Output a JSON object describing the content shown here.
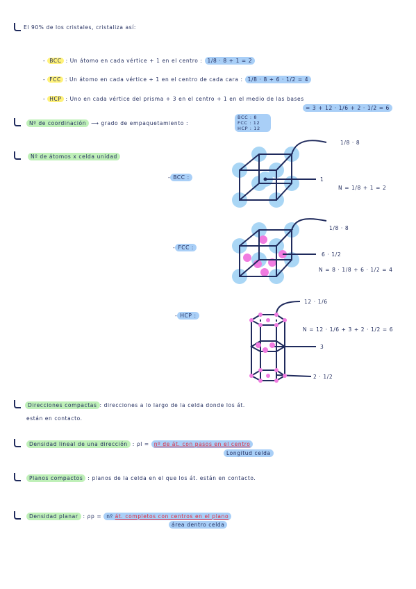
{
  "intro": "El 90% de los cristales, cristaliza así:",
  "structures": [
    {
      "key": "BCC",
      "text": "Un átomo en cada vértice + 1 en el centro :",
      "formula": "1/8 · 8 + 1 = 2"
    },
    {
      "key": "FCC",
      "text": "Un átomo en cada vértice + 1 en el centro de cada cara :",
      "formula": "1/8 · 8 + 6 · 1/2 = 4"
    },
    {
      "key": "HCP",
      "text": "Uno en cada vértice del prisma + 3 en el centro + 1 en el medio de las bases",
      "formula": "= 3 + 12 · 1/6 + 2 · 1/2 = 6"
    }
  ],
  "coordination": {
    "label": "Nº de coordinación",
    "arrow": "⟶",
    "text": "grado de empaquetamiento :",
    "values": [
      "BCC : 8",
      "FCC : 12",
      "HCP : 12"
    ]
  },
  "atoms_heading": "Nº de átomos x celda unidad",
  "cells": {
    "bcc": {
      "label": "BCC :",
      "ann_corner": "1/8 · 8",
      "ann_center": "1",
      "total": "N = 1/8 + 1 = 2"
    },
    "fcc": {
      "label": "FCC :",
      "ann_corner": "1/8 · 8",
      "ann_face": "6 · 1/2",
      "total": "N = 8 · 1/8 + 6 · 1/2 = 4"
    },
    "hcp": {
      "label": "HCP :",
      "ann_top": "12 · 1/6",
      "ann_mid": "3",
      "ann_base": "2 · 1/2",
      "total": "N = 12 · 1/6 + 3 + 2 · 1/2 = 6"
    }
  },
  "defs": {
    "directions_label": "Direcciones compactas",
    "directions_text_1": ": direcciones a lo largo de la celda donde los át.",
    "directions_text_2": "están en contacto.",
    "linear_label": "Densidad lineal de una dirección",
    "linear_symbol": ": ρl =",
    "linear_num": "nº de át. con pasos en el centro",
    "linear_den": "Longitud celda",
    "planes_label": "Planos compactos",
    "planes_text": ": planos de la celda en el que los át. están en contacto.",
    "planar_label": "Densidad planar",
    "planar_symbol": ": ρp =",
    "planar_num_prefix": "nº",
    "planar_num": "át. completos con centros en el plano",
    "planar_den": "área dentro celda"
  },
  "colors": {
    "ink": "#1f2a5c",
    "blue_atom": "#a9d6f5",
    "pink_atom": "#f07be0",
    "red": "#e0283c"
  }
}
